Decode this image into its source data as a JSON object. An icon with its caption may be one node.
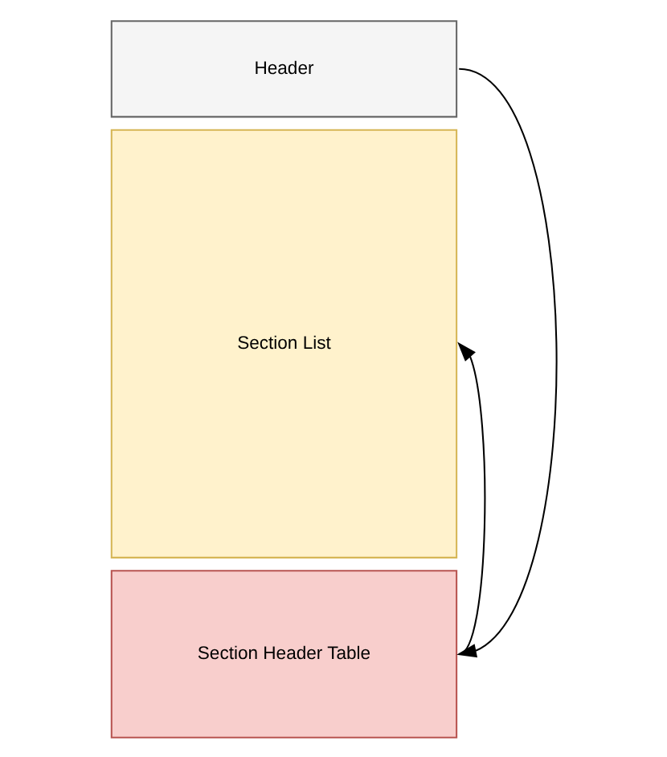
{
  "diagram": {
    "nodes": [
      {
        "text": [
          "Header"
        ]
      },
      {
        "text": [
          "Section List"
        ]
      },
      {
        "text": [
          "Section Header Table"
        ]
      }
    ],
    "edges": [
      {
        "from": 0,
        "to": 2,
        "arrow": "to"
      },
      {
        "from": 2,
        "to": 1,
        "arrow": "to"
      }
    ]
  }
}
